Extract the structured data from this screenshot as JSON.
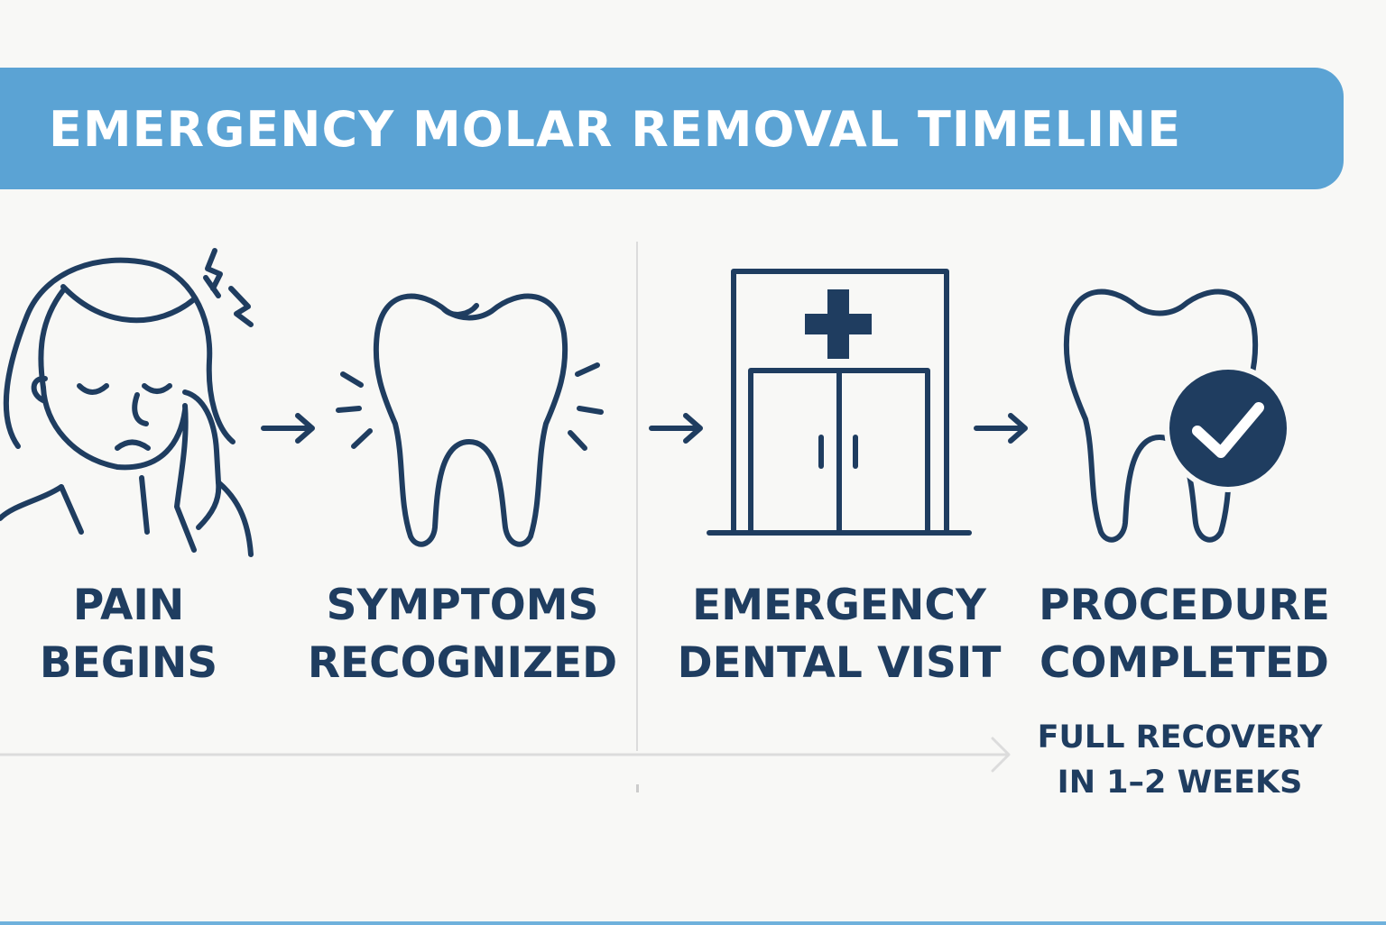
{
  "banner": {
    "title": "EMERGENCY MOLAR REMOVAL TIMELINE"
  },
  "steps": [
    {
      "icon": "person-toothache-icon",
      "line1": "PAIN",
      "line2": "BEGINS"
    },
    {
      "icon": "aching-tooth-icon",
      "line1": "SYMPTOMS",
      "line2": "RECOGNIZED"
    },
    {
      "icon": "dental-clinic-icon",
      "line1": "EMERGENCY",
      "line2": "DENTAL VISIT"
    },
    {
      "icon": "tooth-checkmark-icon",
      "line1": "PROCEDURE",
      "line2": "COMPLETED"
    }
  ],
  "recovery": {
    "line1": "FULL RECOVERY",
    "line2": "IN 1–2 WEEKS"
  },
  "colors": {
    "primary": "#1f3d60",
    "banner": "#5ba3d4",
    "background": "#f8f8f6",
    "divider": "#dcdcdc"
  }
}
